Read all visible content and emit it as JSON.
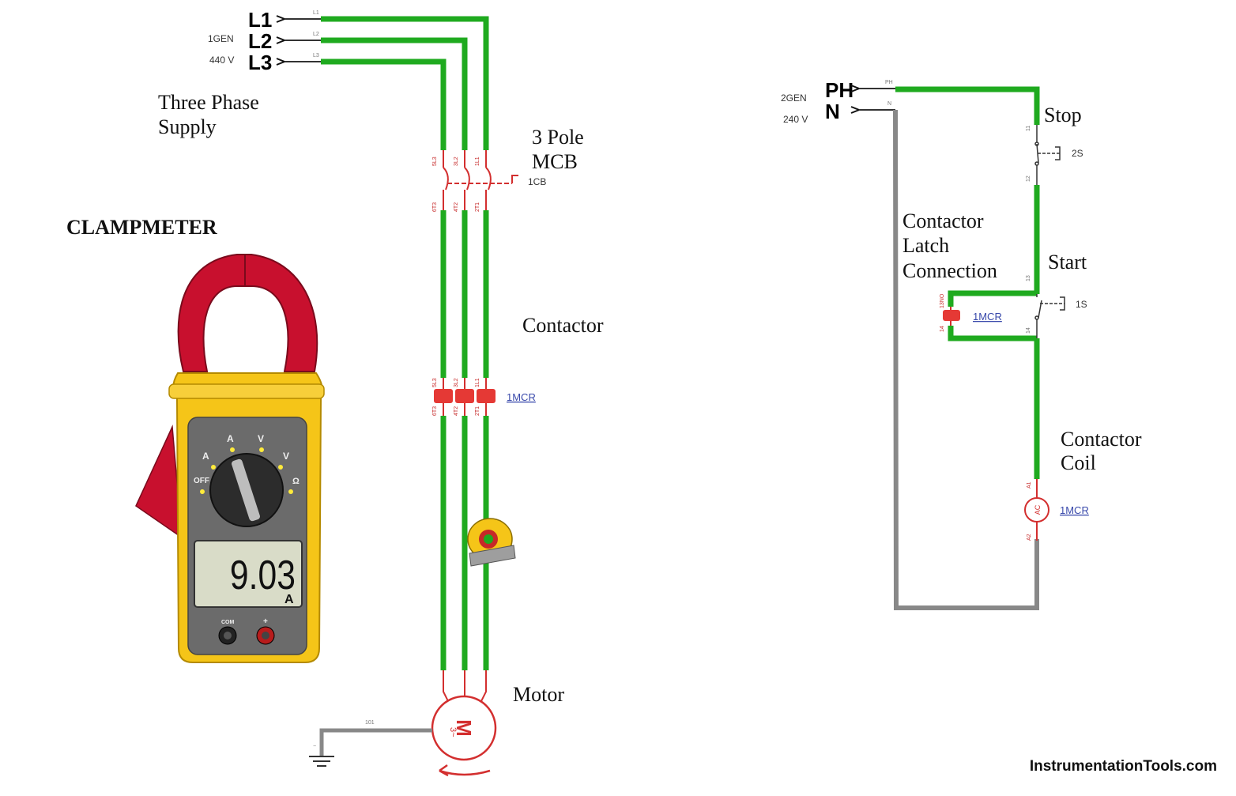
{
  "supply3": {
    "phases": [
      "L1",
      "L2",
      "L3"
    ],
    "wire_labels": [
      "L1",
      "L2",
      "L3"
    ],
    "gen": "1GEN",
    "voltage": "440 V",
    "caption_line1": "Three Phase",
    "caption_line2": "Supply"
  },
  "mcb": {
    "caption_line1": "3 Pole",
    "caption_line2": "MCB",
    "tag": "1CB",
    "top_terminals": [
      "5L3",
      "3L2",
      "1L1"
    ],
    "bottom_terminals": [
      "6T3",
      "4T2",
      "2T1"
    ]
  },
  "contactor": {
    "caption": "Contactor",
    "tag": "1MCR",
    "top_terminals": [
      "5L3",
      "3L2",
      "1L1"
    ],
    "bottom_terminals": [
      "6T3",
      "4T2",
      "2T1"
    ]
  },
  "motor": {
    "caption": "Motor",
    "symbol": "M",
    "symbol_sub": "3~",
    "ground_wire": "101"
  },
  "clampmeter": {
    "title": "CLAMPMETER",
    "reading": "9.03",
    "unit": "A",
    "dial_labels": [
      "OFF",
      "A",
      "A",
      "V",
      "V",
      "Ω"
    ],
    "jack_com": "COM",
    "jack_plus": "+"
  },
  "control": {
    "phase": "PH",
    "neutral": "N",
    "wire_ph": "PH",
    "wire_n": "N",
    "gen": "2GEN",
    "voltage": "240 V",
    "stop_caption": "Stop",
    "stop_tag": "2S",
    "stop_terminals": [
      "11",
      "12"
    ],
    "start_caption": "Start",
    "start_tag": "1S",
    "start_terminals": [
      "13",
      "14"
    ],
    "latch_caption_line1": "Contactor",
    "latch_caption_line2": "Latch",
    "latch_caption_line3": "Connection",
    "latch_tag": "1MCR",
    "latch_terminals": [
      "13NO",
      "14"
    ],
    "coil_caption_line1": "Contactor",
    "coil_caption_line2": "Coil",
    "coil_tag": "1MCR",
    "coil_symbol": "AC",
    "coil_terminals": [
      "A1",
      "A2"
    ]
  },
  "watermark": "InstrumentationTools.com",
  "colors": {
    "wire_energized": "#1faa1f",
    "wire_neutral": "#888888",
    "component": "#d32f2f",
    "meter_body": "#f5c518",
    "meter_jaw": "#c8102e"
  }
}
